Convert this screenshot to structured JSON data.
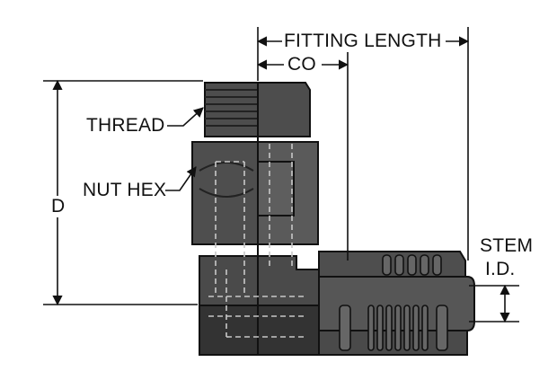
{
  "labels": {
    "fitting_length": "FITTING LENGTH",
    "co": "CO",
    "thread": "THREAD",
    "nut_hex": "NUT HEX",
    "d": "D",
    "stem_line1": "STEM",
    "stem_line2": "I.D."
  },
  "colors": {
    "body_dark": "#3a3a3a",
    "body_mid": "#4a4a4a",
    "body_light": "#5e5e5e",
    "outline": "#111111",
    "dashed": "#bfbfbf",
    "dimension": "#111111"
  }
}
